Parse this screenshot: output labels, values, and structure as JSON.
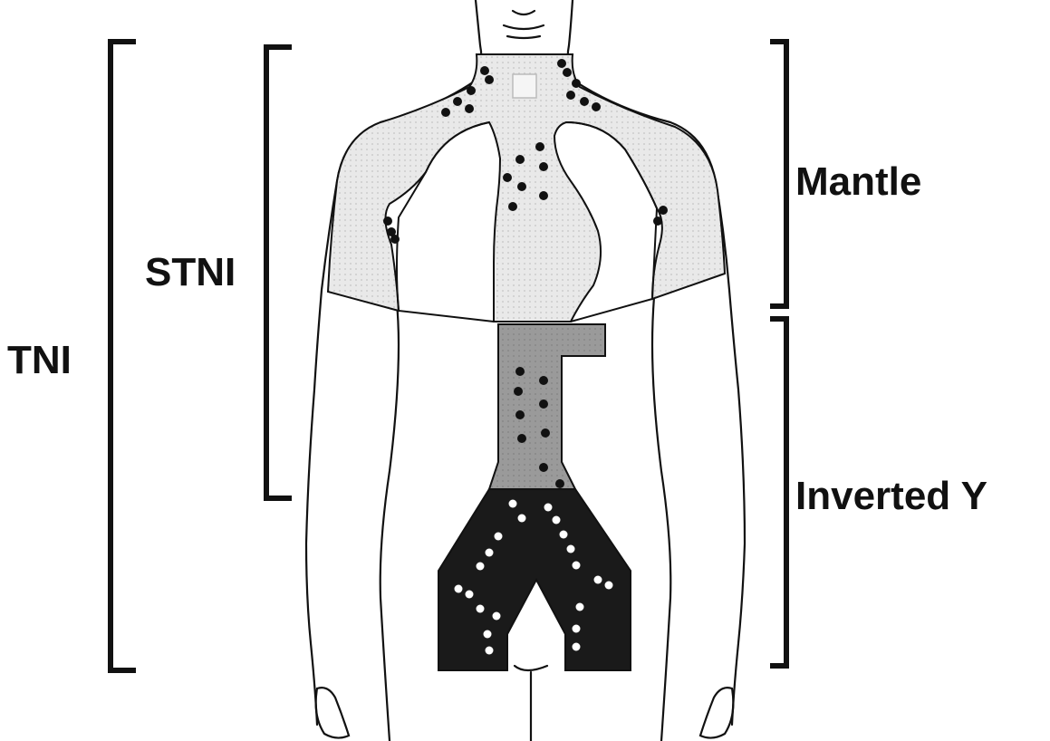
{
  "labels": {
    "tni": "TNI",
    "stni": "STNI",
    "mantle": "Mantle",
    "inverted_y": "Inverted Y"
  },
  "colors": {
    "ink": "#111111",
    "mantle_fill": "#e7e7e7",
    "paraaortic_fill": "#9a9a9a",
    "inverted_y_fill": "#1a1a1a",
    "node_dark": "#111111",
    "node_light": "#ffffff"
  }
}
